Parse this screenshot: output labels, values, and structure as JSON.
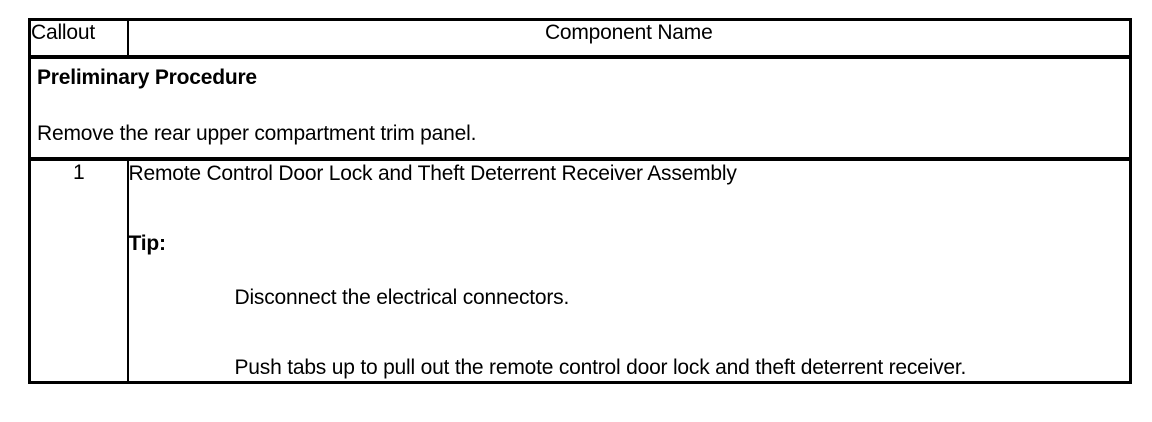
{
  "table": {
    "columns": {
      "callout_header": "Callout",
      "component_header": "Component Name"
    },
    "preliminary": {
      "title": "Preliminary Procedure",
      "text": "Remove the rear upper compartment trim panel."
    },
    "steps": [
      {
        "callout": "1",
        "component_name": "Remote Control Door Lock and Theft Deterrent Receiver Assembly",
        "tip_label": "Tip:",
        "tip_items": [
          "Disconnect the electrical connectors.",
          "Push tabs up to pull out the remote control door lock and theft deterrent receiver."
        ]
      }
    ]
  },
  "style": {
    "border_color": "#000000",
    "background": "#ffffff",
    "text_color": "#000000"
  }
}
